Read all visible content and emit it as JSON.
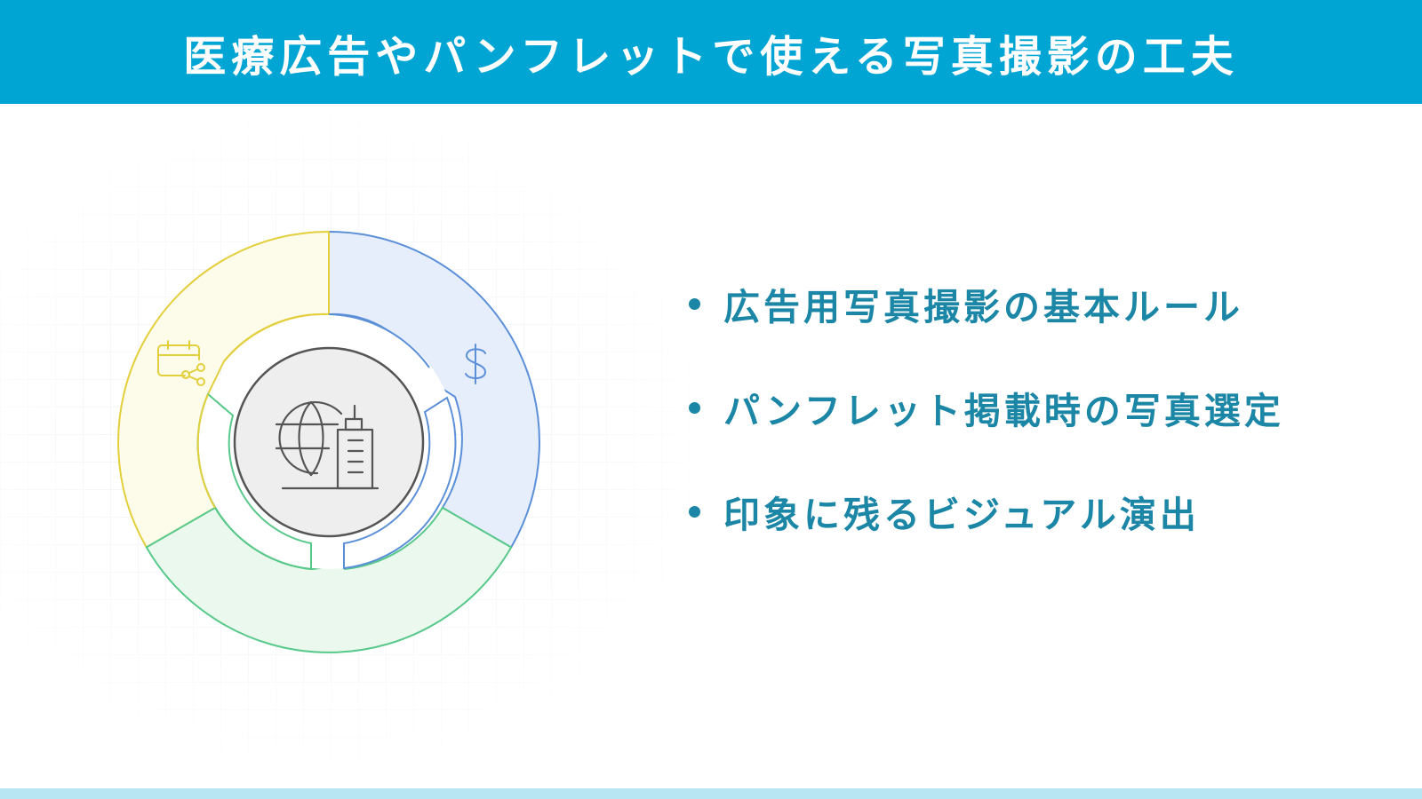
{
  "header": {
    "title": "医療広告やパンフレットで使える写真撮影の工夫",
    "background_color": "#00a5d4"
  },
  "diagram": {
    "center_icon": "globe-building-icon",
    "segments": [
      {
        "icon": "dollar-icon",
        "fill": "#e6eefc",
        "stroke": "#5b8fd8"
      },
      {
        "icon": "none",
        "fill": "#eaf8ee",
        "stroke": "#58c98a"
      },
      {
        "icon": "calendar-share-icon",
        "fill": "#fdfbe9",
        "stroke": "#e3cf3b"
      }
    ]
  },
  "bullets": [
    {
      "text": "広告用写真撮影の基本ルール"
    },
    {
      "text": "パンフレット掲載時の写真選定"
    },
    {
      "text": "印象に残るビジュアル演出"
    }
  ],
  "colors": {
    "accent": "#1b86a6",
    "footer": "#b8e7f3"
  }
}
